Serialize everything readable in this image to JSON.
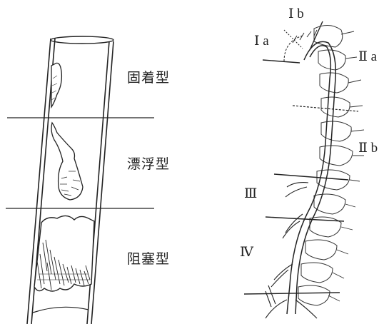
{
  "left_panel": {
    "labels": {
      "fixed": "固着型",
      "floating": "漂浮型",
      "occlusive": "阻塞型"
    }
  },
  "right_panel": {
    "segments": {
      "ia": "Ⅰ a",
      "ib": "Ⅰ b",
      "iia": "Ⅱ a",
      "iib": "Ⅱ b",
      "iii": "Ⅲ",
      "iv": "Ⅳ"
    }
  }
}
